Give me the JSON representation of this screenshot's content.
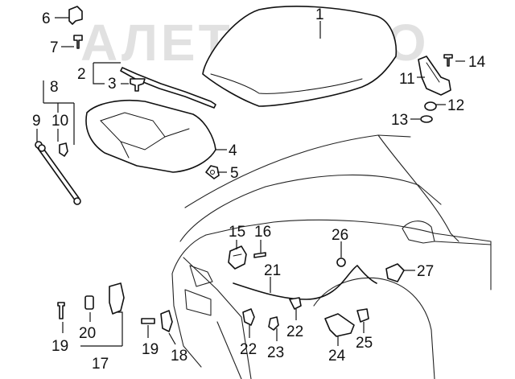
{
  "watermark": "АЛЕТОАВТО",
  "callouts": [
    "1",
    "2",
    "3",
    "4",
    "5",
    "6",
    "7",
    "8",
    "9",
    "10",
    "11",
    "12",
    "13",
    "14",
    "15",
    "16",
    "17",
    "18",
    "19",
    "19",
    "20",
    "21",
    "22",
    "22",
    "23",
    "24",
    "25",
    "26",
    "27"
  ]
}
